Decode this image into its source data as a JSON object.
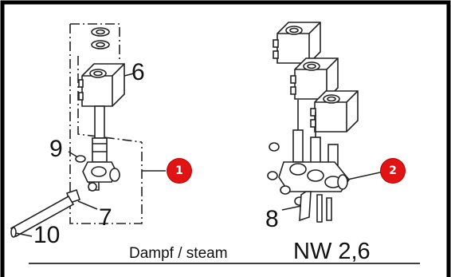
{
  "labels": {
    "left_coil": "6",
    "left_oring": "9",
    "left_fitting": "7",
    "left_tube": "10",
    "right_bracket": "8"
  },
  "badges": {
    "left": "1",
    "right": "2"
  },
  "caption": {
    "steam": "Dampf / steam",
    "nominal": "NW 2,6"
  },
  "colors": {
    "frame": "#000000",
    "badge": "#e01414",
    "line": "#222222"
  }
}
